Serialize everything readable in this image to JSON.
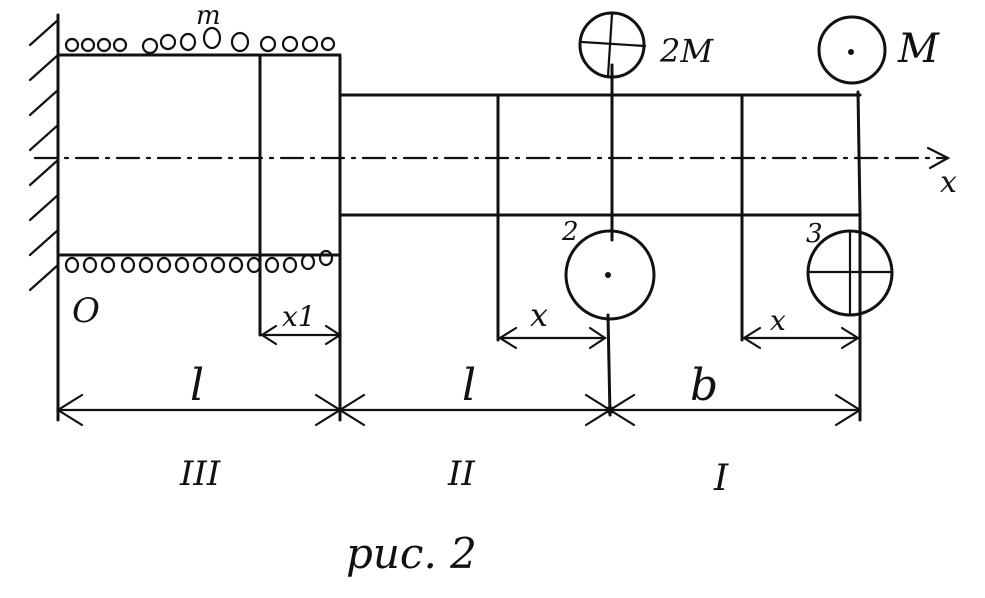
{
  "labels": {
    "origin": "O",
    "load_top": "m",
    "mass_top_mid": "2M",
    "mass_top_right": "M",
    "axis": "x",
    "node_2": "2",
    "node_3": "3",
    "offset_seg3": "x1",
    "offset_seg2": "x",
    "offset_seg1": "x",
    "length_seg3": "l",
    "length_seg2": "l",
    "length_seg1": "b",
    "section_3": "III",
    "section_2": "II",
    "section_1": "I",
    "caption": "рис. 2"
  }
}
